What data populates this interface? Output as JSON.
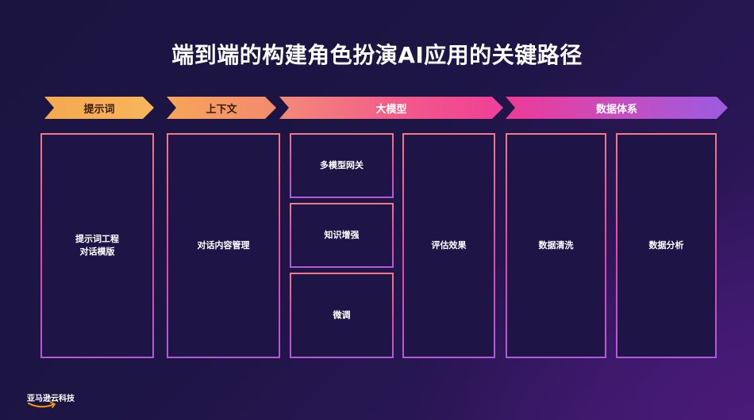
{
  "title": "端到端的构建角色扮演AI应用的关键路径",
  "stages": {
    "prompt": "提示词",
    "context": "上下文",
    "model": "大模型",
    "data": "数据体系"
  },
  "boxes": {
    "prompt_line1": "提示词工程",
    "prompt_line2": "对话模版",
    "context": "对话内容管理",
    "gateway": "多模型网关",
    "rag": "知识增强",
    "finetune": "微调",
    "eval": "评估效果",
    "clean": "数据清洗",
    "analysis": "数据分析"
  },
  "logo": {
    "text": "亚马逊云科技",
    "accent_color": "#ff9900"
  }
}
